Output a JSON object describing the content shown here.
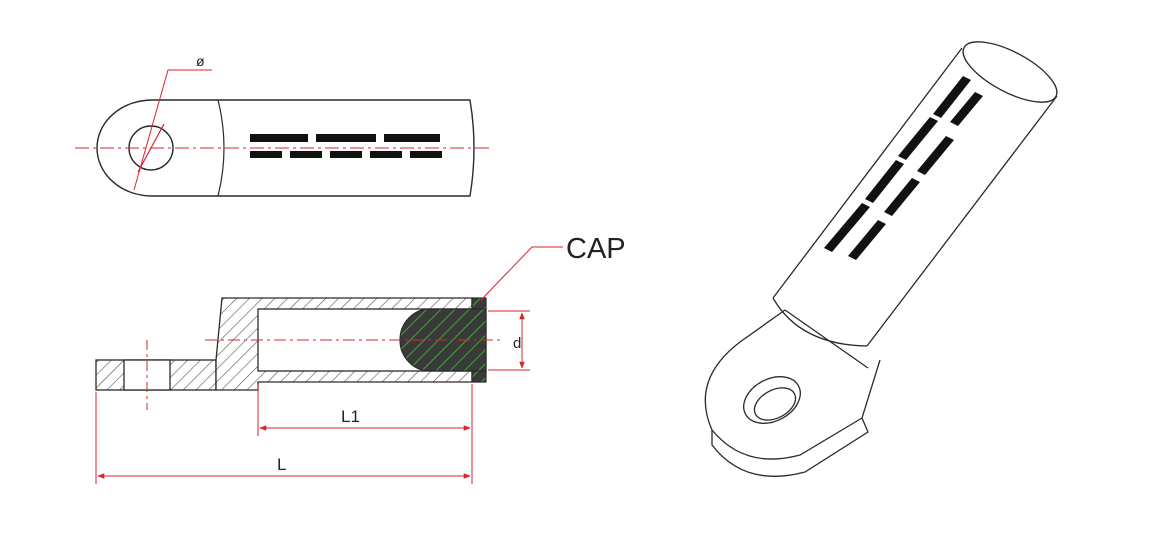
{
  "labels": {
    "diameter": "ø",
    "cap": "CAP",
    "d": "d",
    "l1": "L1",
    "l": "L"
  },
  "colors": {
    "outline": "#2a2a2a",
    "dimension": "#d8262b",
    "hatch": "#555555",
    "cap_fill": "#3a3a3a",
    "cap_accent": "#3fa535",
    "crimp_mark": "#111111"
  }
}
